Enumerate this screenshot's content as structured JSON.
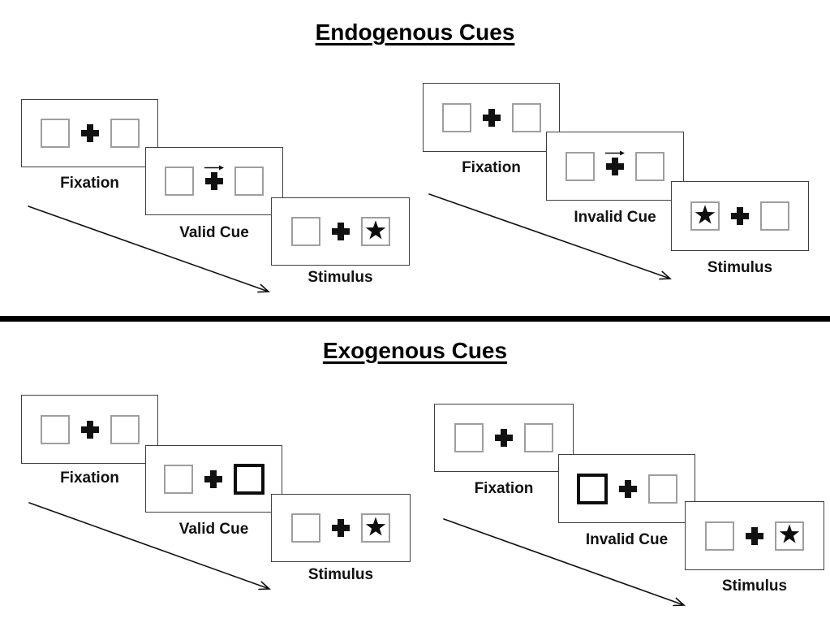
{
  "colors": {
    "ink": "#111111",
    "box_border": "#9e9e9e",
    "panel_border": "#3f3f3f",
    "divider": "#000000",
    "background": "#ffffff"
  },
  "sections": [
    {
      "title": "Endogenous Cues",
      "cue_style": "central right-pointing arrow above fixation cross",
      "groups": [
        {
          "name": "valid-trial",
          "panels": [
            {
              "label": "Fixation",
              "content": "two empty boxes with central cross"
            },
            {
              "label": "Valid Cue",
              "content": "right-pointing arrow above central cross",
              "cue_icon": "arrow-right"
            },
            {
              "label": "Stimulus",
              "content": "star in right box",
              "star_side": "right"
            }
          ]
        },
        {
          "name": "invalid-trial",
          "panels": [
            {
              "label": "Fixation",
              "content": "two empty boxes with central cross"
            },
            {
              "label": "Invalid Cue",
              "content": "right-pointing arrow above central cross",
              "cue_icon": "arrow-right"
            },
            {
              "label": "Stimulus",
              "content": "star in left box",
              "star_side": "left"
            }
          ]
        }
      ]
    },
    {
      "title": "Exogenous Cues",
      "cue_style": "thickened (highlighted) peripheral box",
      "groups": [
        {
          "name": "valid-trial",
          "panels": [
            {
              "label": "Fixation",
              "content": "two empty boxes with central cross"
            },
            {
              "label": "Valid Cue",
              "content": "thick-bordered right box",
              "cue_icon": "thick-box-right"
            },
            {
              "label": "Stimulus",
              "content": "star in right box",
              "star_side": "right"
            }
          ]
        },
        {
          "name": "invalid-trial",
          "panels": [
            {
              "label": "Fixation",
              "content": "two empty boxes with central cross"
            },
            {
              "label": "Invalid Cue",
              "content": "thick-bordered left box",
              "cue_icon": "thick-box-left"
            },
            {
              "label": "Stimulus",
              "content": "star in right box",
              "star_side": "right"
            }
          ]
        }
      ]
    }
  ]
}
